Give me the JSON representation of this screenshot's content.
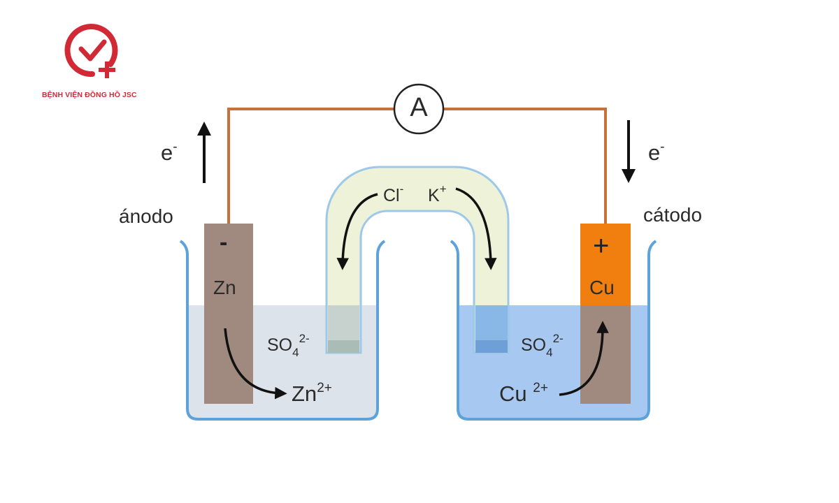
{
  "brand": {
    "name": "BỆNH VIỆN ĐỒNG HỒ JSC",
    "logo_icon": "clock-check-plus-logo",
    "color": "#d12a36"
  },
  "meter": {
    "symbol": "A"
  },
  "anode": {
    "label": "ánodo",
    "sign": "-",
    "metal": "Zn",
    "electron": {
      "base": "e",
      "charge": "-"
    },
    "sulfate": {
      "base": "SO",
      "sub": "4",
      "charge": "2-"
    },
    "cation": {
      "base": "Zn",
      "charge": "2+"
    },
    "electrode_color": "#a08a7f",
    "solution_color": "#dde3ea"
  },
  "cathode": {
    "label": "cátodo",
    "sign": "+",
    "metal": "Cu",
    "electron": {
      "base": "e",
      "charge": "-"
    },
    "sulfate": {
      "base": "SO",
      "sub": "4",
      "charge": "2-"
    },
    "cation": {
      "base": "Cu",
      "charge": "2+"
    },
    "electrode_color": "#f07f10",
    "solution_color": "#a7c8f0"
  },
  "salt_bridge": {
    "anion": {
      "base": "Cl",
      "charge": "-"
    },
    "cation": {
      "base": "K",
      "charge": "+"
    },
    "color": "#eef2d8"
  },
  "wire_color": "#c9703a",
  "beaker_color": "#5ea2da"
}
